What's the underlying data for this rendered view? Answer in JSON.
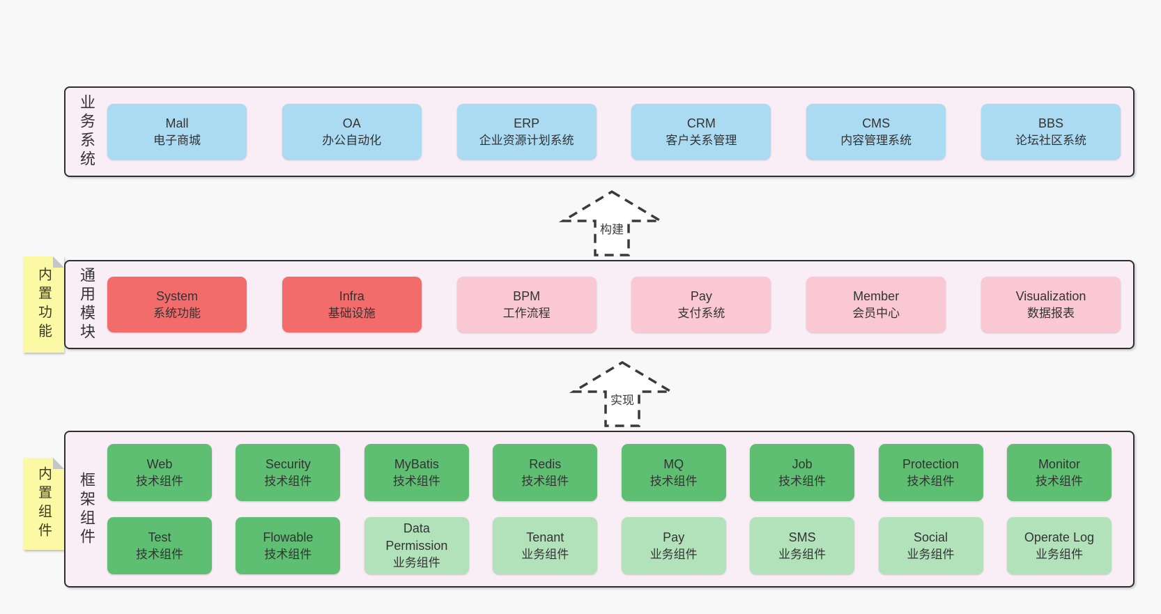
{
  "colors": {
    "page_bg": "#f8f8f8",
    "layer_bg": "#f9edf6",
    "layer_border": "#2e2e2e",
    "blue_box": "#aadbf3",
    "red_box": "#f26c6c",
    "pink_box": "#fac8d2",
    "green_box": "#5ebe72",
    "light_green_box": "#b2e2ba",
    "sticky_yellow": "#fbf9a3"
  },
  "layers": {
    "business": {
      "label": "业务系统",
      "boxes": [
        {
          "title": "Mall",
          "subtitle": "电子商城"
        },
        {
          "title": "OA",
          "subtitle": "办公自动化"
        },
        {
          "title": "ERP",
          "subtitle": "企业资源计划系统"
        },
        {
          "title": "CRM",
          "subtitle": "客户关系管理"
        },
        {
          "title": "CMS",
          "subtitle": "内容管理系统"
        },
        {
          "title": "BBS",
          "subtitle": "论坛社区系统"
        }
      ]
    },
    "modules": {
      "label": "通用模块",
      "sticky": "内置功能",
      "boxes": [
        {
          "title": "System",
          "subtitle": "系统功能",
          "variant": "red"
        },
        {
          "title": "Infra",
          "subtitle": "基础设施",
          "variant": "red"
        },
        {
          "title": "BPM",
          "subtitle": "工作流程",
          "variant": "pink"
        },
        {
          "title": "Pay",
          "subtitle": "支付系统",
          "variant": "pink"
        },
        {
          "title": "Member",
          "subtitle": "会员中心",
          "variant": "pink"
        },
        {
          "title": "Visualization",
          "subtitle": "数据报表",
          "variant": "pink"
        }
      ]
    },
    "components": {
      "label": "框架组件",
      "sticky": "内置组件",
      "row1": [
        {
          "title": "Web",
          "subtitle": "技术组件",
          "variant": "green"
        },
        {
          "title": "Security",
          "subtitle": "技术组件",
          "variant": "green"
        },
        {
          "title": "MyBatis",
          "subtitle": "技术组件",
          "variant": "green"
        },
        {
          "title": "Redis",
          "subtitle": "技术组件",
          "variant": "green"
        },
        {
          "title": "MQ",
          "subtitle": "技术组件",
          "variant": "green"
        },
        {
          "title": "Job",
          "subtitle": "技术组件",
          "variant": "green"
        },
        {
          "title": "Protection",
          "subtitle": "技术组件",
          "variant": "green"
        },
        {
          "title": "Monitor",
          "subtitle": "技术组件",
          "variant": "green"
        }
      ],
      "row2": [
        {
          "title": "Test",
          "subtitle": "技术组件",
          "variant": "green"
        },
        {
          "title": "Flowable",
          "subtitle": "技术组件",
          "variant": "green"
        },
        {
          "title": "Data Permission",
          "subtitle": "业务组件",
          "variant": "light-green"
        },
        {
          "title": "Tenant",
          "subtitle": "业务组件",
          "variant": "light-green"
        },
        {
          "title": "Pay",
          "subtitle": "业务组件",
          "variant": "light-green"
        },
        {
          "title": "SMS",
          "subtitle": "业务组件",
          "variant": "light-green"
        },
        {
          "title": "Social",
          "subtitle": "业务组件",
          "variant": "light-green"
        },
        {
          "title": "Operate Log",
          "subtitle": "业务组件",
          "variant": "light-green"
        }
      ]
    }
  },
  "arrows": {
    "build": {
      "label": "构建"
    },
    "implement": {
      "label": "实现"
    }
  }
}
